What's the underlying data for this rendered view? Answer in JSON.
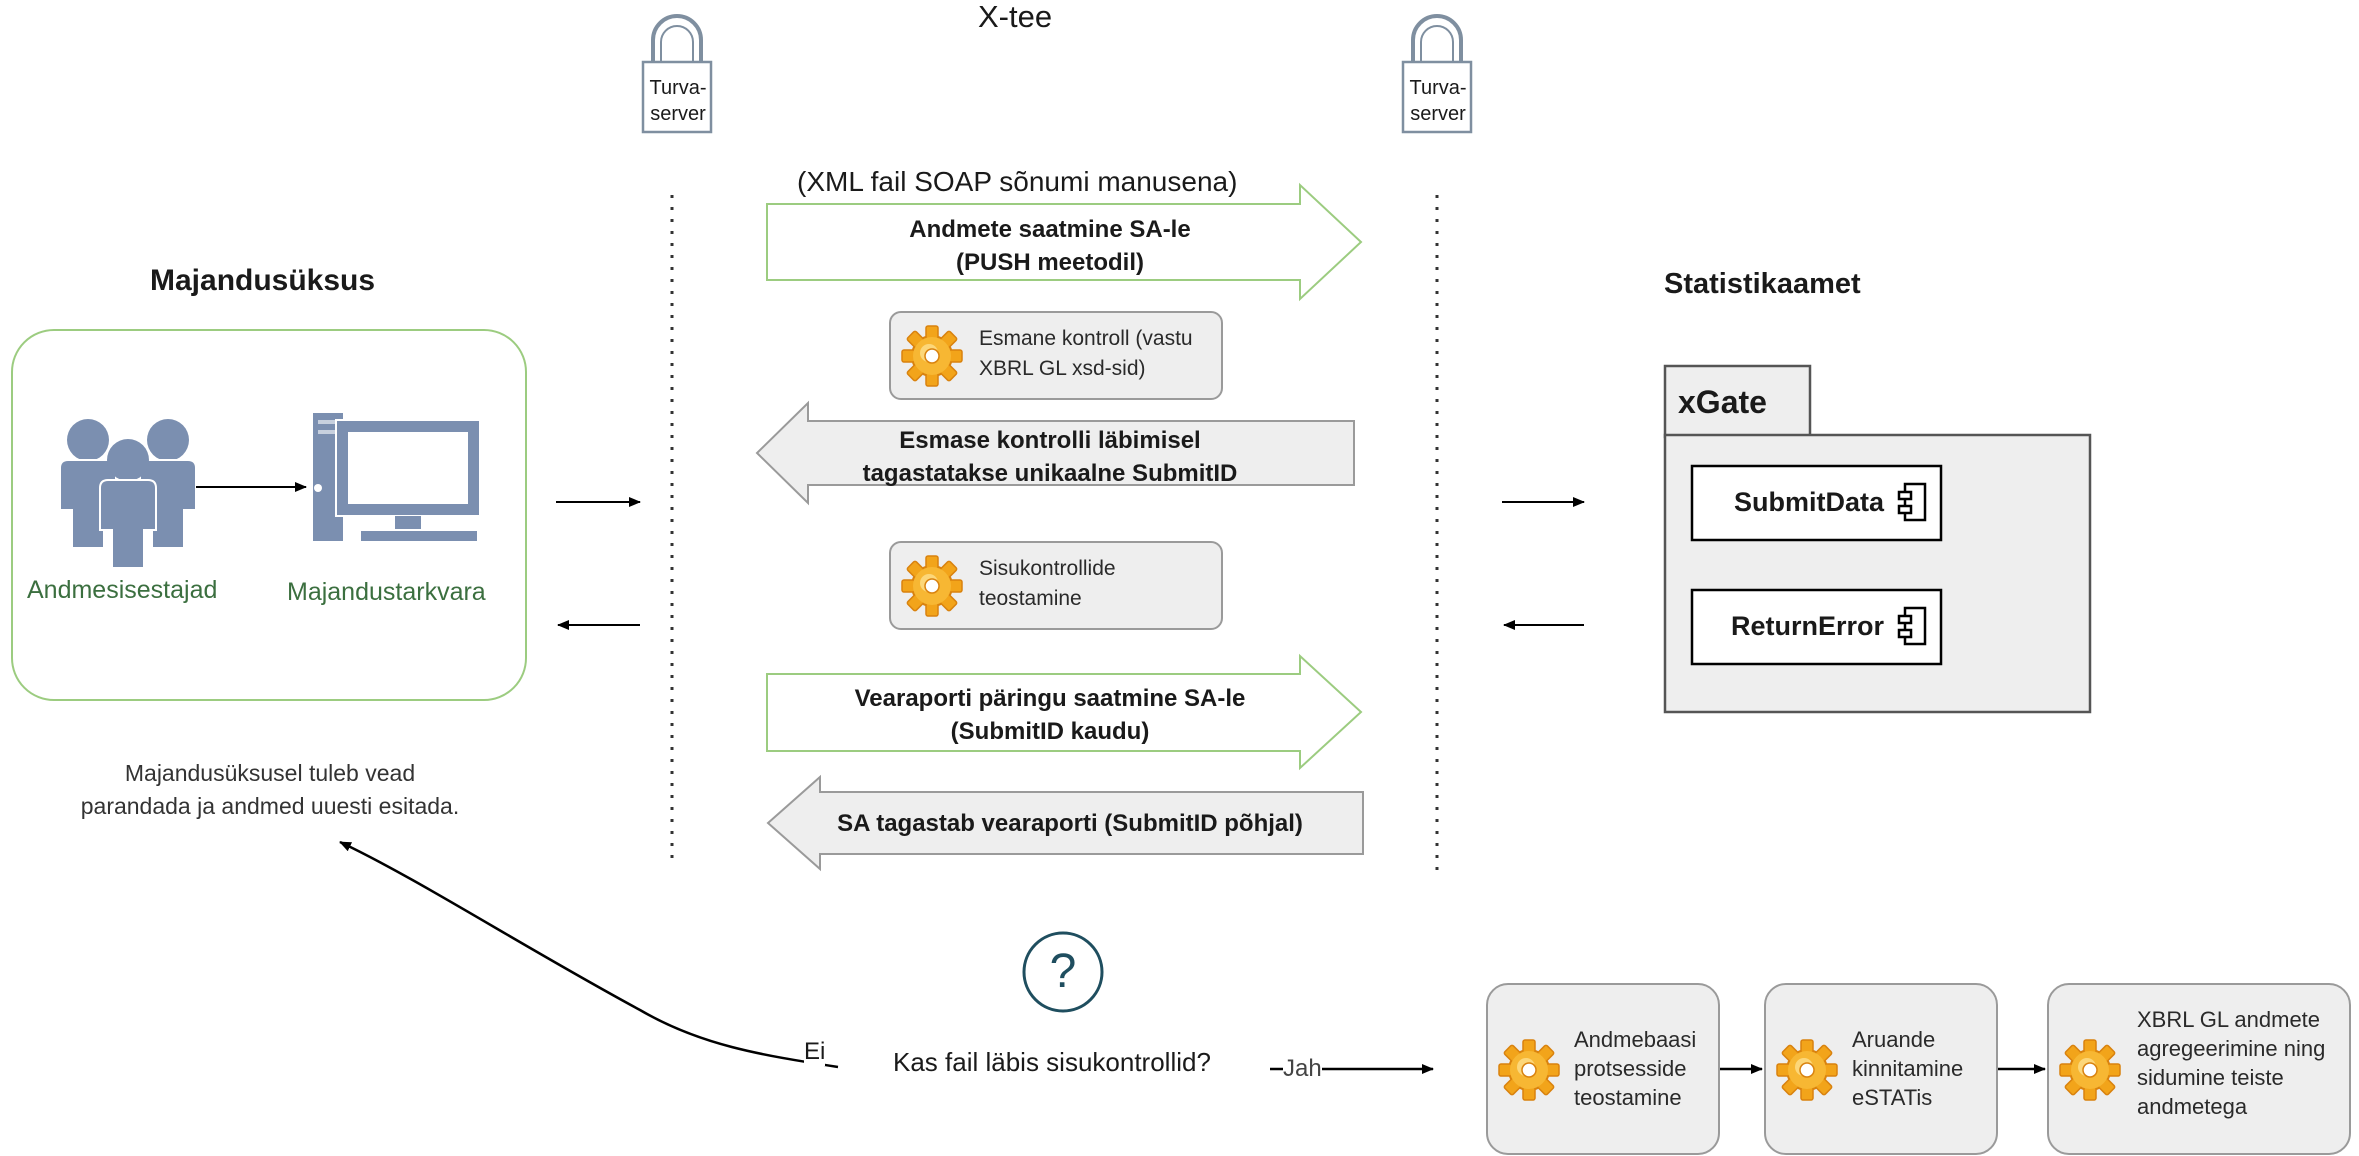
{
  "header": {
    "xtee_label": "X-tee"
  },
  "security_servers": [
    {
      "line1": "Turva-",
      "line2": "server"
    },
    {
      "line1": "Turva-",
      "line2": "server"
    }
  ],
  "left_party": {
    "title": "Majandusüksus",
    "users_label": "Andmesisestajad",
    "software_label": "Majandustarkvara",
    "note_line1": "Majandusüksusel tuleb vead",
    "note_line2": "parandada ja andmed uuesti esitada."
  },
  "right_party": {
    "title": "Statistikaamet",
    "package_label": "xGate",
    "component1": "SubmitData",
    "component2": "ReturnError"
  },
  "messages": {
    "soap_note": "(XML fail SOAP sõnumi manusena)",
    "push_line1": "Andmete saatmine SA-le",
    "push_line2": "(PUSH meetodil)",
    "check1_line1": "Esmane kontroll (vastu",
    "check1_line2": "XBRL GL xsd-sid)",
    "return_id_line1": "Esmase kontrolli läbimisel",
    "return_id_line2": "tagastatakse unikaalne SubmitID",
    "check2_line1": "Sisukontrollide",
    "check2_line2": "teostamine",
    "error_req_line1": "Vearaporti päringu saatmine SA-le",
    "error_req_line2": "(SubmitID kaudu)",
    "error_ret": "SA tagastab vearaporti (SubmitID põhjal)"
  },
  "decision": {
    "icon": "?",
    "question": "Kas fail läbis sisukontrollid?",
    "no_label": "Ei",
    "yes_label": "Jah"
  },
  "steps": [
    {
      "l1": "Andmebaasi",
      "l2": "protsesside",
      "l3": "teostamine",
      "l4": ""
    },
    {
      "l1": "Aruande",
      "l2": "kinnitamine",
      "l3": "eSTATis",
      "l4": ""
    },
    {
      "l1": "XBRL GL andmete",
      "l2": "agregeerimine ning",
      "l3": "sidumine teiste",
      "l4": "andmetega"
    }
  ],
  "colors": {
    "arrow_right_stroke": "#9ccc80",
    "arrow_left_fill": "#eeeeee",
    "people": "#7b8fb0",
    "computer": "#7b8fb0",
    "question_circle": "#1f4e5f",
    "gear": "#f2a41a"
  },
  "icons": [
    "lock-icon",
    "users-icon",
    "computer-icon",
    "gear-icon",
    "question-icon",
    "component-icon"
  ]
}
